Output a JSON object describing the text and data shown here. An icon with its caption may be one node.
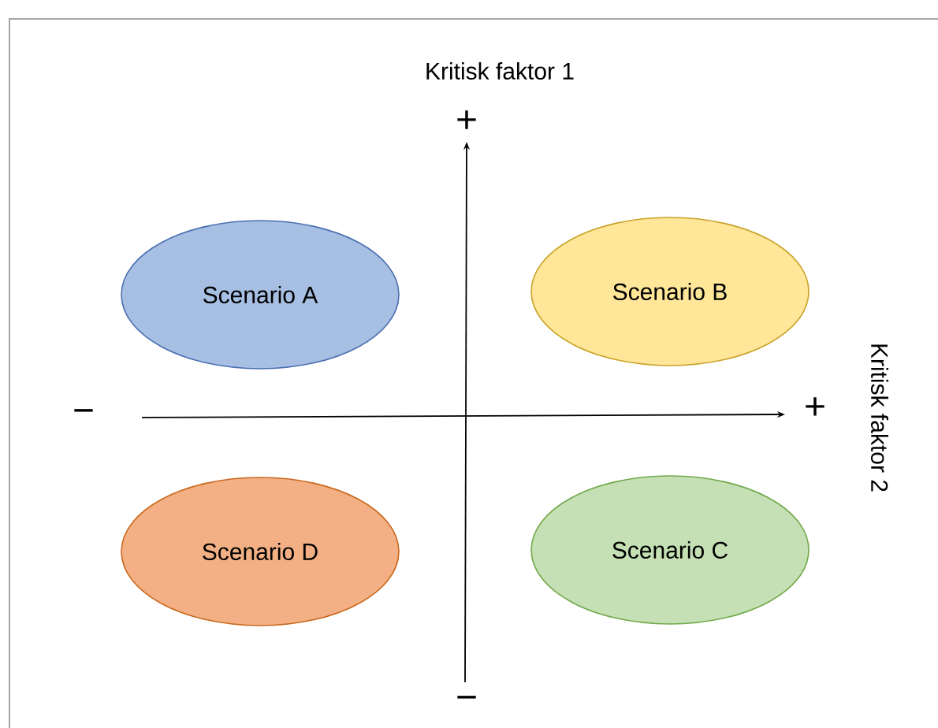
{
  "diagram": {
    "nodes": [
      {
        "text": [
          "Scenario A"
        ]
      },
      {
        "text": [
          "Scenario B"
        ]
      },
      {
        "text": [
          "Scenario D"
        ]
      },
      {
        "text": [
          "Scenario C"
        ]
      }
    ],
    "labels": [
      "Kritisk faktor 1",
      "+",
      "−",
      "+",
      "Kritisk faktor 2",
      "−"
    ]
  }
}
